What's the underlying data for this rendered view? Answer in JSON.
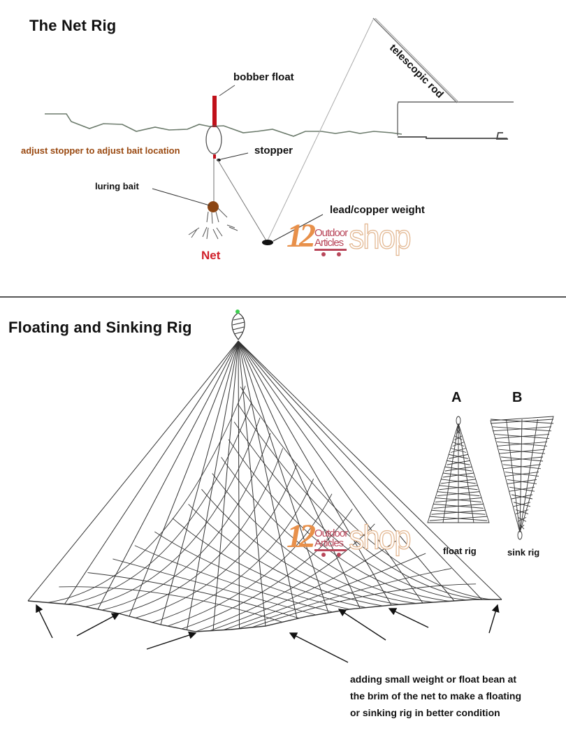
{
  "top_panel": {
    "title": "The Net Rig",
    "labels": {
      "bobber_float": "bobber float",
      "telescopic_rod": "telescopic rod",
      "adjust_stopper": "adjust stopper to adjust bait location",
      "stopper": "stopper",
      "luring_bait": "luring bait",
      "lead_weight": "lead/copper weight",
      "net": "Net"
    },
    "watermark": {
      "number": "12",
      "line1": "Outdoor",
      "line2": "Articles",
      "word": "shop"
    },
    "colors": {
      "bobber": "#c0101a",
      "water": "#6b7a6b",
      "adjust_text": "#9a4a12",
      "net_label": "#d0202a",
      "bait": "#8b4513"
    }
  },
  "bottom_panel": {
    "title": "Floating and Sinking Rig",
    "variants": [
      {
        "letter": "A",
        "caption": "float rig"
      },
      {
        "letter": "B",
        "caption": "sink rig"
      }
    ],
    "watermark": {
      "number": "12",
      "line1": "Outdoor",
      "line2": "Articles",
      "word": "shop"
    },
    "note_lines": [
      "adding small weight or float bean at",
      "the brim of the net to make a floating",
      "or sinking rig in better condition"
    ],
    "colors": {
      "float_tip": "#3ccf4e",
      "net_line": "#333333"
    }
  }
}
